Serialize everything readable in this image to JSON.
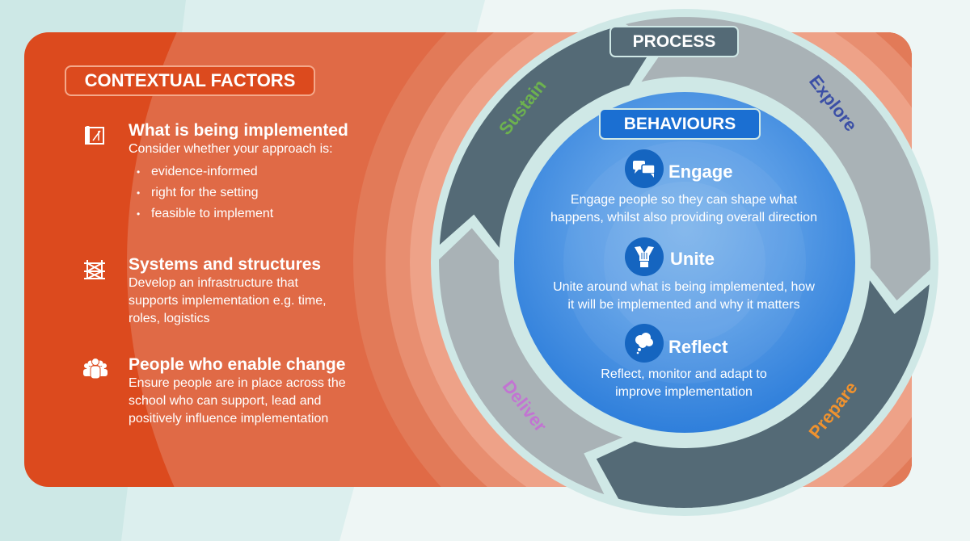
{
  "colors": {
    "panel": "#dc4a1e",
    "ring_dark": "#546a76",
    "ring_light": "#a9b2b6",
    "blue": "#3f8ee0",
    "sustain": "#6db24f",
    "explore": "#3b4fa6",
    "prepare": "#f0922e",
    "deliver": "#c274d2"
  },
  "contextual": {
    "title": "CONTEXTUAL FACTORS",
    "factors": [
      {
        "icon": "blueprint-icon",
        "title": "What is being implemented",
        "lead": "Consider whether your approach is:",
        "bullets": [
          "evidence-informed",
          "right for the setting",
          "feasible to implement"
        ]
      },
      {
        "icon": "scaffold-icon",
        "title": "Systems and structures",
        "lines": [
          "Develop an infrastructure that",
          "supports implementation e.g. time,",
          "roles, logistics"
        ]
      },
      {
        "icon": "people-group-icon",
        "title": "People who enable change",
        "lines": [
          "Ensure people are in place across the",
          "school who can support, lead and",
          "positively influence  implementation"
        ]
      }
    ]
  },
  "process": {
    "title": "PROCESS",
    "stages": [
      "Explore",
      "Prepare",
      "Deliver",
      "Sustain"
    ]
  },
  "behaviours": {
    "title": "BEHAVIOURS",
    "items": [
      {
        "icon": "speech-bubbles-icon",
        "title": "Engage",
        "lines": [
          "Engage people so they can shape what",
          "happens, whilst also providing overall direction"
        ]
      },
      {
        "icon": "united-hands-icon",
        "title": "Unite",
        "lines": [
          "Unite around what is being implemented, how",
          "it will be implemented and why it matters"
        ]
      },
      {
        "icon": "thought-cloud-icon",
        "title": "Reflect",
        "lines": [
          "Reflect, monitor and adapt to",
          "improve implementation"
        ]
      }
    ]
  }
}
